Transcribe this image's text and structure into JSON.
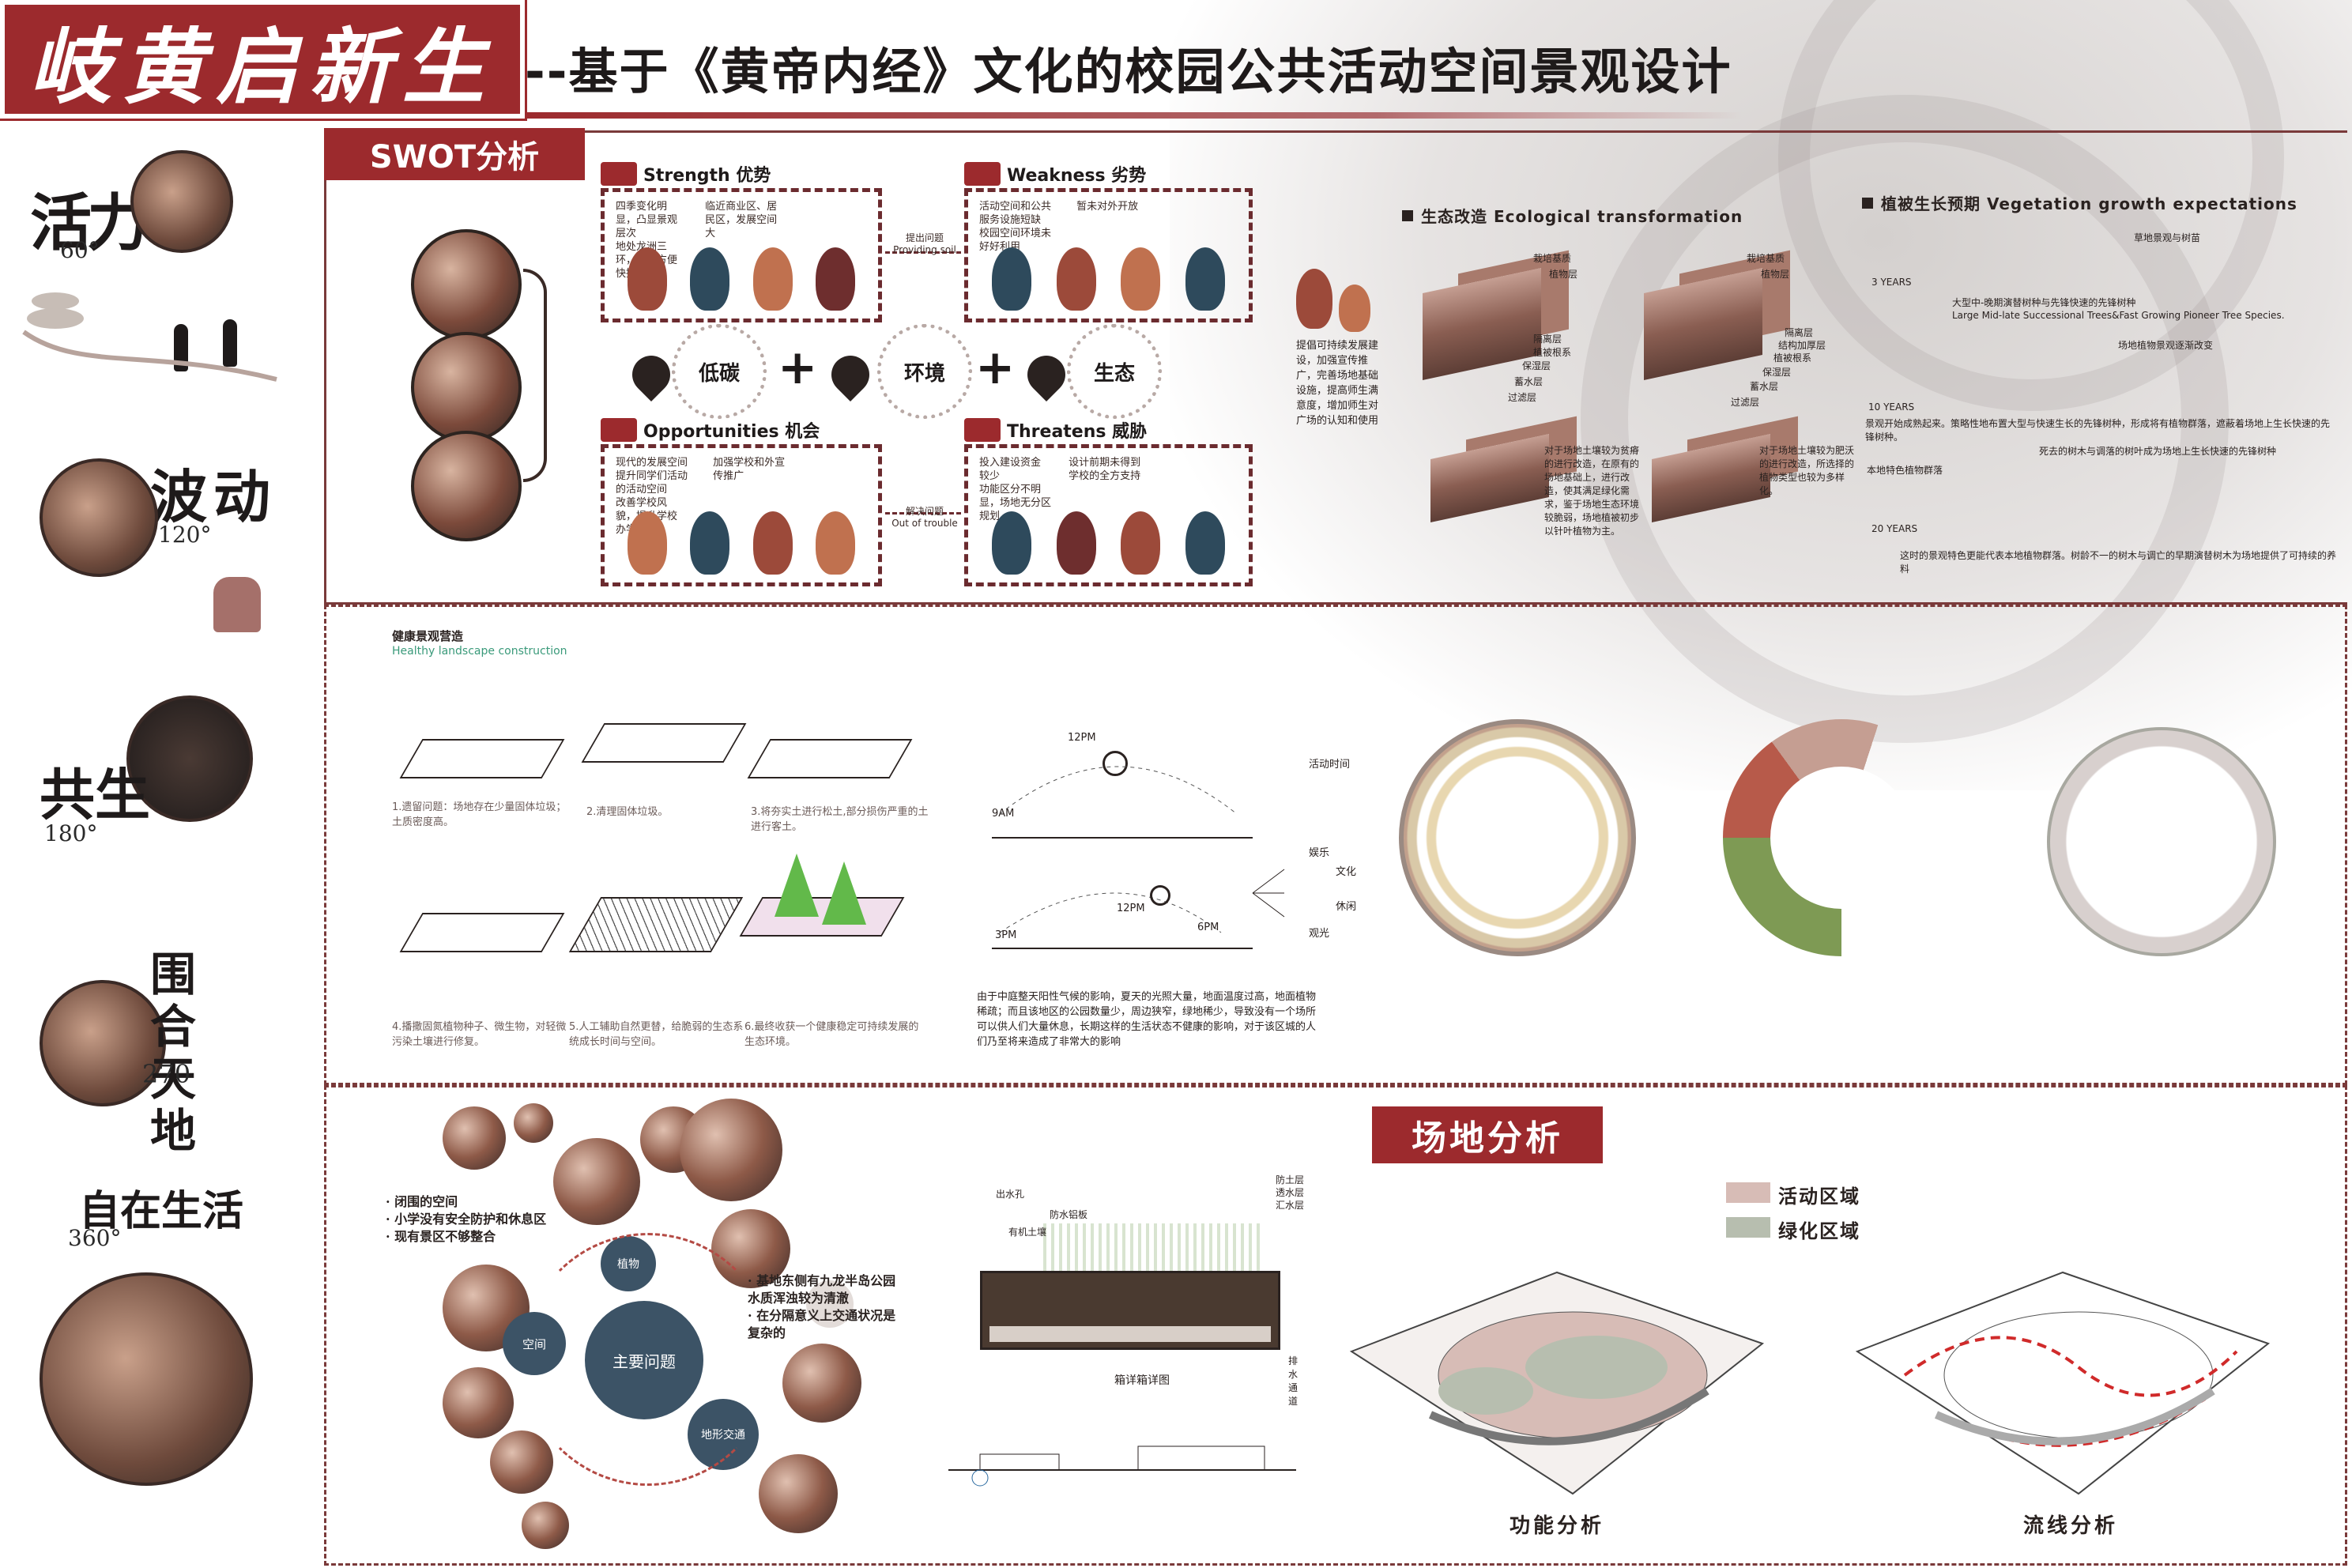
{
  "header": {
    "title": "岐黄启新生",
    "subtitle": "--基于《黄帝内经》文化的校园公共活动空间景观设计"
  },
  "left_column": [
    {
      "label": "活力",
      "degree": "60°"
    },
    {
      "label": "波动",
      "degree": "120°"
    },
    {
      "label": "共生",
      "degree": "180°"
    },
    {
      "label": "围合天地",
      "degree": "270"
    },
    {
      "label": "自在生活",
      "degree": "360°"
    }
  ],
  "swot": {
    "tag": "SWOT分析",
    "strength": {
      "title": "Strength 优势",
      "items": [
        "四季变化明显，凸显景观层次",
        "临近商业区、居民区，发展空间大",
        "地处龙洲三环，交通方便快捷"
      ]
    },
    "weakness": {
      "title": "Weakness 劣势",
      "items": [
        "活动空间和公共服务设施短缺",
        "暂未对外开放",
        "校园空间环境未好好利用"
      ]
    },
    "opportunities": {
      "title": "Opportunities 机会",
      "items": [
        "现代的发展空间提升同学们活动的活动空间",
        "加强学校和外宣传推广",
        "改善学校风貌，提升学校办学理念"
      ]
    },
    "threatens": {
      "title": "Threatens 威胁",
      "items": [
        "投入建设资金较少",
        "设计前期未得到学校的全方支持",
        "功能区分不明显，场地无分区规划"
      ]
    },
    "middle": [
      "低碳",
      "环境",
      "生态"
    ],
    "note_top": {
      "cn": "提出问题",
      "en": "Providing soil"
    },
    "note_bottom": {
      "cn": "解决问题",
      "en": "Out of trouble"
    },
    "side_text": "提倡可持续发展建设，加强宣传推广，完善场地基础设施，提高师生满意度，增加师生对广场的认知和使用"
  },
  "eco": {
    "title": "生态改造  Ecological transformation",
    "layers_a": [
      "栽培基质",
      "植物层",
      "隔离层",
      "植被根系",
      "保湿层",
      "蓄水层",
      "过滤层"
    ],
    "layers_b": [
      "栽培基质",
      "植物层",
      "隔离层",
      "结构加厚层",
      "植被根系",
      "保湿层",
      "蓄水层",
      "过滤层"
    ],
    "text_a": "对于场地土壤较为贫瘠的进行改造，在原有的场地基础上，进行改造，使其满足绿化需求，鉴于场地生态环境较脆弱，场地植被初步以针叶植物为主。",
    "text_b": "对于场地土壤较为肥沃的进行改造，所选择的植物类型也较为多样化。"
  },
  "vegetation": {
    "title": "植被生长预期  Vegetation growth expectations",
    "stage1_note": "草地景观与树苗",
    "stage1_year": "3 YEARS",
    "stage1_text": "大型中-晚期演替树种与先锋快速的先锋树种",
    "stage1_en": "Large Mid-late Successional Trees&Fast Growing Pioneer Tree Species.",
    "stage2_note": "场地植物景观逐渐改变",
    "stage2_year": "10 YEARS",
    "stage2_text": "景观开始成熟起来。策略性地布置大型与快速生长的先锋树种，形成将有植物群落，遮蔽着场地上生长快速的先锋树种。",
    "stage3_note": "死去的树木与调落的树叶成为场地上生长快速的先锋树种",
    "stage3_label": "本地特色植物群落",
    "stage3_year": "20 YEARS",
    "stage3_text": "这时的景观特色更能代表本地植物群落。树龄不一的树木与调亡的早期演替树木为场地提供了可持续的养料"
  },
  "healthy": {
    "title": "健康景观营造",
    "subtitle": "Healthy landscape construction",
    "steps": [
      "1.遗留问题：场地存在少量固体垃圾；土质密度高。",
      "2.清理固体垃圾。",
      "3.将夯实土进行松土,部分损伤严重的土进行客土。",
      "4.播撒固氮植物种子、微生物，对轻微污染土壤进行修复。",
      "5.人工辅助自然更替，给脆弱的生态系统成长时间与空间。",
      "6.最终收获一个健康稳定可持续发展的生态环境。"
    ]
  },
  "sun": {
    "times": [
      "12PM",
      "9AM",
      "12PM",
      "3PM",
      "6PM"
    ],
    "activities": [
      "娱乐",
      "文化",
      "休闲",
      "观光"
    ],
    "activity_label": "活动时间",
    "paragraph": "由于中庭整天阳性气候的影响，夏天的光照大量，地面温度过高，地面植物稀疏；而且该地区的公园数量少，周边狭窄，绿地稀少，导致没有一个场所可以供人们大量休息，长期这样的生活状态不健康的影响，对于该区城的人们乃至将来造成了非常大的影响"
  },
  "issues": {
    "list_a": [
      "· 闭围的空间",
      "· 小学没有安全防护和休息区",
      "· 现有景区不够整合"
    ],
    "list_b": [
      "· 基地东侧有九龙半岛公园",
      "  水质浑浊较为清澈",
      "· 在分隔意义上交通状况是",
      "  复杂的"
    ],
    "center": "主要问题",
    "nodes": [
      "植物",
      "空间",
      "地形交通"
    ]
  },
  "detail": {
    "caption": "箱详箱详图",
    "labels": [
      "出水孔",
      "防水铝板",
      "有机土壤",
      "排水通道"
    ],
    "legend": [
      "防土层",
      "透水层",
      "汇水层"
    ]
  },
  "site": {
    "tag": "场地分析",
    "legend": [
      {
        "label": "活动区域",
        "color": "#d7bcb6"
      },
      {
        "label": "绿化区域",
        "color": "#b7beaf"
      }
    ],
    "captions": [
      "功能分析",
      "流线分析"
    ]
  }
}
